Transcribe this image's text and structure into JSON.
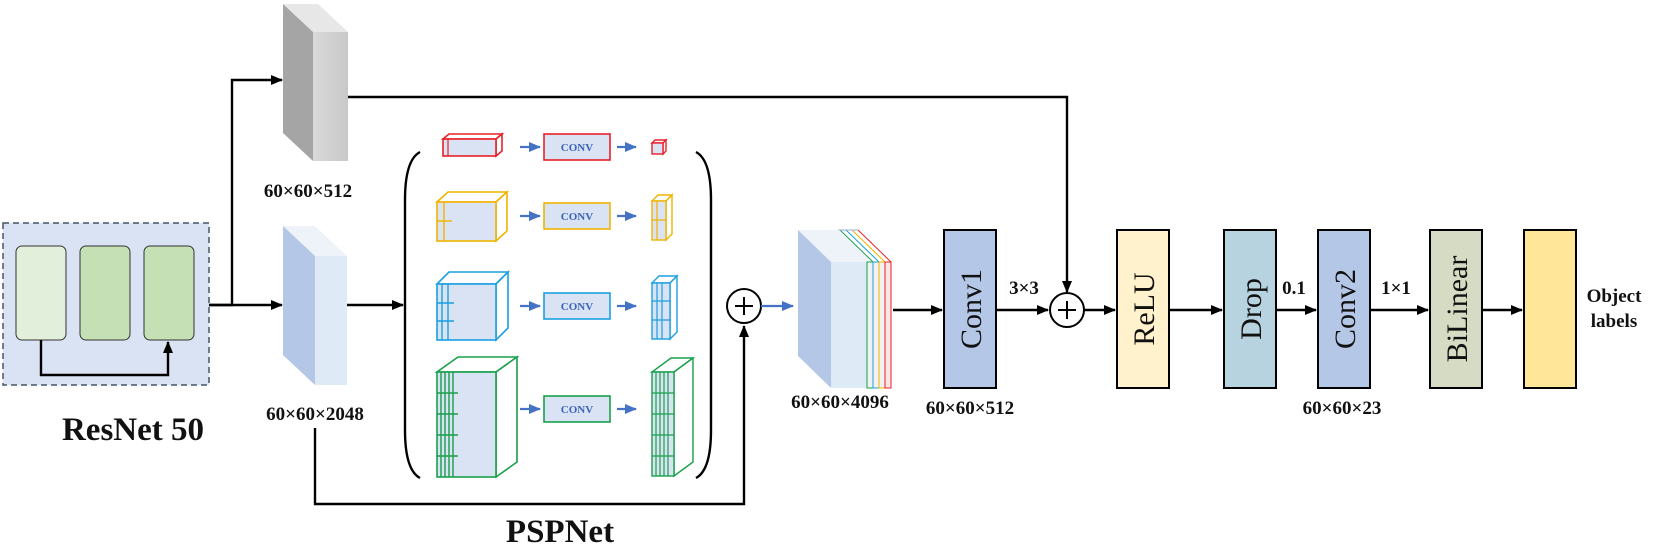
{
  "labels": {
    "resnet": "ResNet 50",
    "pspnet": "PSPNet",
    "feat_top": "60×60×512",
    "feat_mid": "60×60×2048",
    "concat": "60×60×4096",
    "conv1_dim": "60×60×512",
    "conv2_dim": "60×60×23",
    "k3": "3×3",
    "drop_rate": "0.1",
    "k1": "1×1",
    "output_line1": "Object",
    "output_line2": "labels"
  },
  "pyramid": {
    "conv_label": "CONV",
    "levels": [
      {
        "color": "#e8202a"
      },
      {
        "color": "#f0b400"
      },
      {
        "color": "#1aa0e0"
      },
      {
        "color": "#18a04a"
      }
    ]
  },
  "blocks": {
    "conv1": "Conv1",
    "relu": "ReLU",
    "drop": "Drop",
    "conv2": "Conv2",
    "bilinear": "BiLinear"
  },
  "colors": {
    "blue_block": "#b4c7e7",
    "yellow_block": "#fff2cc",
    "teal_block": "#b8d3e0",
    "olive_block": "#d6dcc4",
    "output_block": "#ffe699",
    "resnet_bg": "#dae3f3",
    "arrow_blue": "#4472c4"
  }
}
